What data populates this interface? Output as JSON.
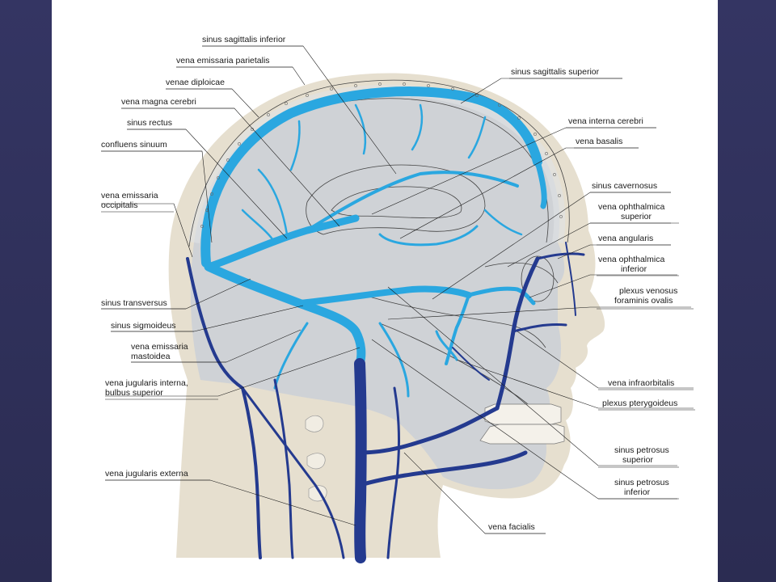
{
  "colors": {
    "frame": "#2f3058",
    "skin": "#e6dfcf",
    "tissue": "#cfd2d6",
    "light_vein": "#2aa7e0",
    "dark_vein": "#243a8f"
  },
  "labels_left": [
    {
      "id": "sinus-sagittalis-inferior",
      "lines": [
        "sinus sagittalis inferior"
      ]
    },
    {
      "id": "vena-emissaria-parietalis",
      "lines": [
        "vena emissaria parietalis"
      ]
    },
    {
      "id": "venae-diploicae",
      "lines": [
        "venae diploicae"
      ]
    },
    {
      "id": "vena-magna-cerebri",
      "lines": [
        "vena magna cerebri"
      ]
    },
    {
      "id": "sinus-rectus",
      "lines": [
        "sinus rectus"
      ]
    },
    {
      "id": "confluens-sinuum",
      "lines": [
        "confluens sinuum"
      ]
    },
    {
      "id": "vena-emissaria-occipitalis",
      "lines": [
        "vena emissaria",
        "occipitalis"
      ]
    },
    {
      "id": "sinus-transversus",
      "lines": [
        "sinus transversus"
      ]
    },
    {
      "id": "sinus-sigmoideus",
      "lines": [
        "sinus sigmoideus"
      ]
    },
    {
      "id": "vena-emissaria-mastoidea",
      "lines": [
        "vena emissaria",
        "mastoidea"
      ]
    },
    {
      "id": "vena-jugularis-interna",
      "lines": [
        "vena jugularis interna,",
        "bulbus superior"
      ]
    },
    {
      "id": "vena-jugularis-externa",
      "lines": [
        "vena jugularis externa"
      ]
    }
  ],
  "labels_right": [
    {
      "id": "sinus-sagittalis-superior",
      "lines": [
        "sinus sagittalis superior"
      ]
    },
    {
      "id": "vena-interna-cerebri",
      "lines": [
        "vena interna cerebri"
      ]
    },
    {
      "id": "vena-basalis",
      "lines": [
        "vena basalis"
      ]
    },
    {
      "id": "sinus-cavernosus",
      "lines": [
        "sinus cavernosus"
      ]
    },
    {
      "id": "vena-ophthalmica-superior",
      "lines": [
        "vena ophthalmica",
        "superior"
      ]
    },
    {
      "id": "vena-angularis",
      "lines": [
        "vena angularis"
      ]
    },
    {
      "id": "vena-ophthalmica-inferior",
      "lines": [
        "vena ophthalmica",
        "inferior"
      ]
    },
    {
      "id": "plexus-venosus",
      "lines": [
        "plexus venosus",
        "foraminis ovalis"
      ]
    },
    {
      "id": "vena-infraorbitalis",
      "lines": [
        "vena infraorbitalis"
      ]
    },
    {
      "id": "plexus-pterygoideus",
      "lines": [
        "plexus pterygoideus"
      ]
    },
    {
      "id": "sinus-petrosus-superior",
      "lines": [
        "sinus petrosus",
        "superior"
      ]
    },
    {
      "id": "sinus-petrosus-inferior",
      "lines": [
        "sinus petrosus",
        "inferior"
      ]
    },
    {
      "id": "vena-facialis",
      "lines": [
        "vena facialis"
      ]
    }
  ]
}
